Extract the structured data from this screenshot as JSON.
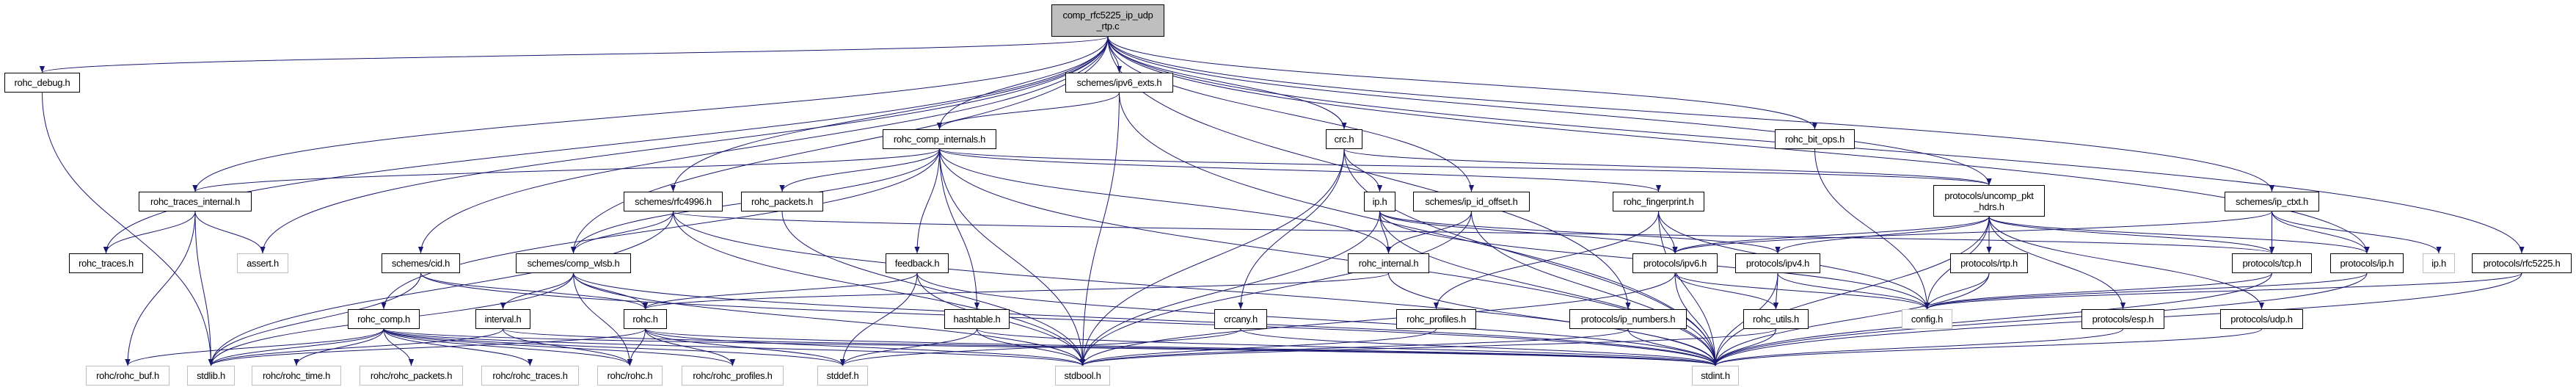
{
  "colors": {
    "edge": "#191970",
    "root_fill": "#bfbfbf",
    "external_border": "#bfbfbf",
    "border": "#000000"
  },
  "nodes": [
    {
      "id": "main",
      "label": "comp_rfc5225_ip_udp\n_rtp.c",
      "kind": "root"
    },
    {
      "id": "rohc_debug",
      "label": "rohc_debug.h"
    },
    {
      "id": "ipv6_exts",
      "label": "schemes/ipv6_exts.h"
    },
    {
      "id": "comp_internals",
      "label": "rohc_comp_internals.h"
    },
    {
      "id": "crc",
      "label": "crc.h"
    },
    {
      "id": "bit_ops",
      "label": "rohc_bit_ops.h"
    },
    {
      "id": "traces_internal",
      "label": "rohc_traces_internal.h"
    },
    {
      "id": "rfc4996",
      "label": "schemes/rfc4996.h"
    },
    {
      "id": "rohc_packets",
      "label": "rohc_packets.h"
    },
    {
      "id": "iph",
      "label": "ip.h"
    },
    {
      "id": "ip_id_offset",
      "label": "schemes/ip_id_offset.h"
    },
    {
      "id": "fingerprint",
      "label": "rohc_fingerprint.h"
    },
    {
      "id": "uncomp",
      "label": "protocols/uncomp_pkt\n_hdrs.h"
    },
    {
      "id": "ip_ctxt",
      "label": "schemes/ip_ctxt.h"
    },
    {
      "id": "rohc_traces",
      "label": "rohc_traces.h"
    },
    {
      "id": "assert",
      "label": "assert.h",
      "kind": "ext"
    },
    {
      "id": "cid",
      "label": "schemes/cid.h"
    },
    {
      "id": "comp_wlsb",
      "label": "schemes/comp_wlsb.h"
    },
    {
      "id": "feedback",
      "label": "feedback.h"
    },
    {
      "id": "rohc_internal",
      "label": "rohc_internal.h"
    },
    {
      "id": "ipv6",
      "label": "protocols/ipv6.h"
    },
    {
      "id": "ipv4",
      "label": "protocols/ipv4.h"
    },
    {
      "id": "rtp",
      "label": "protocols/rtp.h"
    },
    {
      "id": "tcp",
      "label": "protocols/tcp.h"
    },
    {
      "id": "proto_ip",
      "label": "protocols/ip.h"
    },
    {
      "id": "iph_ext",
      "label": "ip.h",
      "kind": "ext"
    },
    {
      "id": "rfc5225",
      "label": "protocols/rfc5225.h"
    },
    {
      "id": "rohc_comp",
      "label": "rohc_comp.h"
    },
    {
      "id": "interval",
      "label": "interval.h"
    },
    {
      "id": "rohch",
      "label": "rohc.h"
    },
    {
      "id": "hashtable",
      "label": "hashtable.h"
    },
    {
      "id": "crcany",
      "label": "crcany.h"
    },
    {
      "id": "rohc_profiles",
      "label": "rohc_profiles.h"
    },
    {
      "id": "ip_numbers",
      "label": "protocols/ip_numbers.h"
    },
    {
      "id": "rohc_utils",
      "label": "rohc_utils.h"
    },
    {
      "id": "config",
      "label": "config.h",
      "kind": "ext"
    },
    {
      "id": "esp",
      "label": "protocols/esp.h"
    },
    {
      "id": "udp",
      "label": "protocols/udp.h"
    },
    {
      "id": "rohc_buf",
      "label": "rohc/rohc_buf.h",
      "kind": "ext"
    },
    {
      "id": "stdlib",
      "label": "stdlib.h",
      "kind": "ext"
    },
    {
      "id": "rohc_time",
      "label": "rohc/rohc_time.h",
      "kind": "ext"
    },
    {
      "id": "rr_packets",
      "label": "rohc/rohc_packets.h",
      "kind": "ext"
    },
    {
      "id": "rr_traces",
      "label": "rohc/rohc_traces.h",
      "kind": "ext"
    },
    {
      "id": "rr_rohc",
      "label": "rohc/rohc.h",
      "kind": "ext"
    },
    {
      "id": "rr_profiles",
      "label": "rohc/rohc_profiles.h",
      "kind": "ext"
    },
    {
      "id": "stddef",
      "label": "stddef.h",
      "kind": "ext"
    },
    {
      "id": "stdbool",
      "label": "stdbool.h",
      "kind": "ext"
    },
    {
      "id": "stdint",
      "label": "stdint.h",
      "kind": "ext"
    }
  ],
  "edges": [
    [
      "main",
      "rohc_debug"
    ],
    [
      "main",
      "traces_internal"
    ],
    [
      "main",
      "rohc_traces"
    ],
    [
      "main",
      "assert"
    ],
    [
      "main",
      "cid"
    ],
    [
      "main",
      "comp_wlsb"
    ],
    [
      "main",
      "rfc4996"
    ],
    [
      "main",
      "comp_internals"
    ],
    [
      "main",
      "ipv6_exts"
    ],
    [
      "main",
      "crc"
    ],
    [
      "main",
      "ip_id_offset"
    ],
    [
      "main",
      "ip_numbers"
    ],
    [
      "main",
      "bit_ops"
    ],
    [
      "main",
      "ip_ctxt"
    ],
    [
      "main",
      "proto_ip"
    ],
    [
      "main",
      "rfc5225"
    ],
    [
      "main",
      "uncomp"
    ],
    [
      "rohc_debug",
      "stdlib"
    ],
    [
      "traces_internal",
      "rohc_traces"
    ],
    [
      "traces_internal",
      "assert"
    ],
    [
      "traces_internal",
      "rohc_buf"
    ],
    [
      "traces_internal",
      "stdlib"
    ],
    [
      "ipv6_exts",
      "comp_internals"
    ],
    [
      "ipv6_exts",
      "stdbool"
    ],
    [
      "ipv6_exts",
      "stdint"
    ],
    [
      "comp_internals",
      "traces_internal"
    ],
    [
      "comp_internals",
      "comp_wlsb"
    ],
    [
      "comp_internals",
      "rohc_comp"
    ],
    [
      "comp_internals",
      "rohc_packets"
    ],
    [
      "comp_internals",
      "feedback"
    ],
    [
      "comp_internals",
      "hashtable"
    ],
    [
      "comp_internals",
      "rohc_internal"
    ],
    [
      "comp_internals",
      "stdbool"
    ],
    [
      "comp_internals",
      "uncomp"
    ],
    [
      "comp_internals",
      "fingerprint"
    ],
    [
      "comp_internals",
      "stdint"
    ],
    [
      "rfc4996",
      "comp_wlsb"
    ],
    [
      "rfc4996",
      "stdlib"
    ],
    [
      "rfc4996",
      "stdbool"
    ],
    [
      "rfc4996",
      "stdint"
    ],
    [
      "rfc4996",
      "tcp"
    ],
    [
      "rohc_packets",
      "stdbool"
    ],
    [
      "cid",
      "rohch"
    ],
    [
      "cid",
      "stdlib"
    ],
    [
      "cid",
      "stdint"
    ],
    [
      "comp_wlsb",
      "interval"
    ],
    [
      "comp_wlsb",
      "rohch"
    ],
    [
      "comp_wlsb",
      "stdlib"
    ],
    [
      "comp_wlsb",
      "stdbool"
    ],
    [
      "comp_wlsb",
      "stdint"
    ],
    [
      "comp_wlsb",
      "rr_rohc"
    ],
    [
      "rohc_comp",
      "rohc_buf"
    ],
    [
      "rohc_comp",
      "stdlib"
    ],
    [
      "rohc_comp",
      "rohc_time"
    ],
    [
      "rohc_comp",
      "rr_packets"
    ],
    [
      "rohc_comp",
      "rr_traces"
    ],
    [
      "rohc_comp",
      "rr_rohc"
    ],
    [
      "rohc_comp",
      "rr_profiles"
    ],
    [
      "rohc_comp",
      "stddef"
    ],
    [
      "rohc_comp",
      "stdbool"
    ],
    [
      "rohc_comp",
      "stdint"
    ],
    [
      "interval",
      "rr_rohc"
    ],
    [
      "interval",
      "stdint"
    ],
    [
      "interval",
      "stdlib"
    ],
    [
      "rohch",
      "rr_rohc"
    ],
    [
      "rohch",
      "rr_profiles"
    ],
    [
      "rohch",
      "stddef"
    ],
    [
      "rohch",
      "stdbool"
    ],
    [
      "rohch",
      "stdint"
    ],
    [
      "rohch",
      "stdlib"
    ],
    [
      "feedback",
      "rohch"
    ],
    [
      "feedback",
      "stddef"
    ],
    [
      "feedback",
      "stdbool"
    ],
    [
      "feedback",
      "stdint"
    ],
    [
      "hashtable",
      "stddef"
    ],
    [
      "hashtable",
      "stdbool"
    ],
    [
      "hashtable",
      "stdint"
    ],
    [
      "crc",
      "crcany"
    ],
    [
      "crc",
      "iph"
    ],
    [
      "crc",
      "uncomp"
    ],
    [
      "crc",
      "stdbool"
    ],
    [
      "crc",
      "stdint"
    ],
    [
      "crcany",
      "stddef"
    ],
    [
      "crcany",
      "stdint"
    ],
    [
      "iph",
      "rohc_internal"
    ],
    [
      "iph",
      "ipv6"
    ],
    [
      "iph",
      "ipv4"
    ],
    [
      "iph",
      "stdbool"
    ],
    [
      "iph",
      "stdint"
    ],
    [
      "iph",
      "config"
    ],
    [
      "ip_id_offset",
      "rohc_internal"
    ],
    [
      "ip_id_offset",
      "stdbool"
    ],
    [
      "ip_id_offset",
      "stdint"
    ],
    [
      "rohc_internal",
      "rohch"
    ],
    [
      "rohc_internal",
      "stdint"
    ],
    [
      "fingerprint",
      "ipv6"
    ],
    [
      "fingerprint",
      "rohc_profiles"
    ],
    [
      "fingerprint",
      "config"
    ],
    [
      "fingerprint",
      "stdint"
    ],
    [
      "uncomp",
      "ipv4"
    ],
    [
      "uncomp",
      "ipv6"
    ],
    [
      "uncomp",
      "rtp"
    ],
    [
      "uncomp",
      "tcp"
    ],
    [
      "uncomp",
      "proto_ip"
    ],
    [
      "uncomp",
      "esp"
    ],
    [
      "uncomp",
      "udp"
    ],
    [
      "uncomp",
      "config"
    ],
    [
      "uncomp",
      "stdint"
    ],
    [
      "ipv6",
      "rohc_utils"
    ],
    [
      "ipv6",
      "config"
    ],
    [
      "ipv6",
      "stdint"
    ],
    [
      "ipv6",
      "stdbool"
    ],
    [
      "ipv4",
      "rohc_utils"
    ],
    [
      "ipv4",
      "config"
    ],
    [
      "ipv4",
      "stdint"
    ],
    [
      "rtp",
      "config"
    ],
    [
      "rtp",
      "stdint"
    ],
    [
      "rohc_profiles",
      "stdbool"
    ],
    [
      "ip_numbers",
      "stdint"
    ],
    [
      "ip_numbers",
      "stdbool"
    ],
    [
      "rohc_utils",
      "stdint"
    ],
    [
      "rohc_utils",
      "stdbool"
    ],
    [
      "bit_ops",
      "config"
    ],
    [
      "ip_ctxt",
      "tcp"
    ],
    [
      "ip_ctxt",
      "proto_ip"
    ],
    [
      "ip_ctxt",
      "iph_ext"
    ],
    [
      "ip_ctxt",
      "ipv6"
    ],
    [
      "tcp",
      "config"
    ],
    [
      "tcp",
      "stdint"
    ],
    [
      "proto_ip",
      "config"
    ],
    [
      "proto_ip",
      "stdint"
    ],
    [
      "rfc5225",
      "config"
    ],
    [
      "rfc5225",
      "stdint"
    ],
    [
      "esp",
      "stdint"
    ],
    [
      "udp",
      "stdint"
    ]
  ]
}
